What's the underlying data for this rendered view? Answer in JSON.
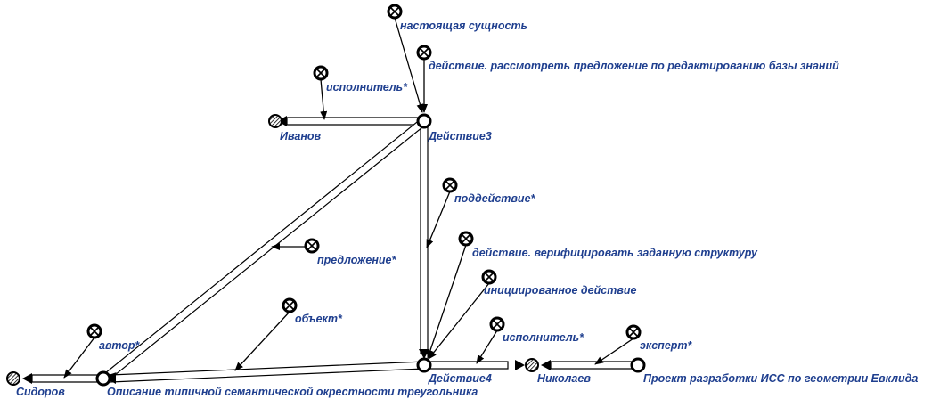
{
  "colors": {
    "label": "#1f3f8f",
    "stroke": "#000000",
    "fill": "#ffffff"
  },
  "nodes": {
    "ivanov": "Иванов",
    "deystvie3": "Действие3",
    "deystvie4": "Действие4",
    "sidorov": "Сидоров",
    "opisanie": "Описание типичной семантической окрестности треугольника",
    "nikolaev": "Николаев",
    "proekt": "Проект разработки ИСС по геометрии Евклида"
  },
  "relations": {
    "nastoyashchaya": "настоящая сущность",
    "rassmotret": "действие. рассмотреть предложение по редактированию базы знаний",
    "ispolnitel1": "исполнитель*",
    "poddeystvie": "поддействие*",
    "predlozhenie": "предложение*",
    "verificirovat": "действие. верифицировать заданную структуру",
    "iniciirovannoe": "инициированное действие",
    "obekt": "объект*",
    "ispolnitel2": "исполнитель*",
    "avtor": "автор*",
    "ekspert": "эксперт*"
  }
}
